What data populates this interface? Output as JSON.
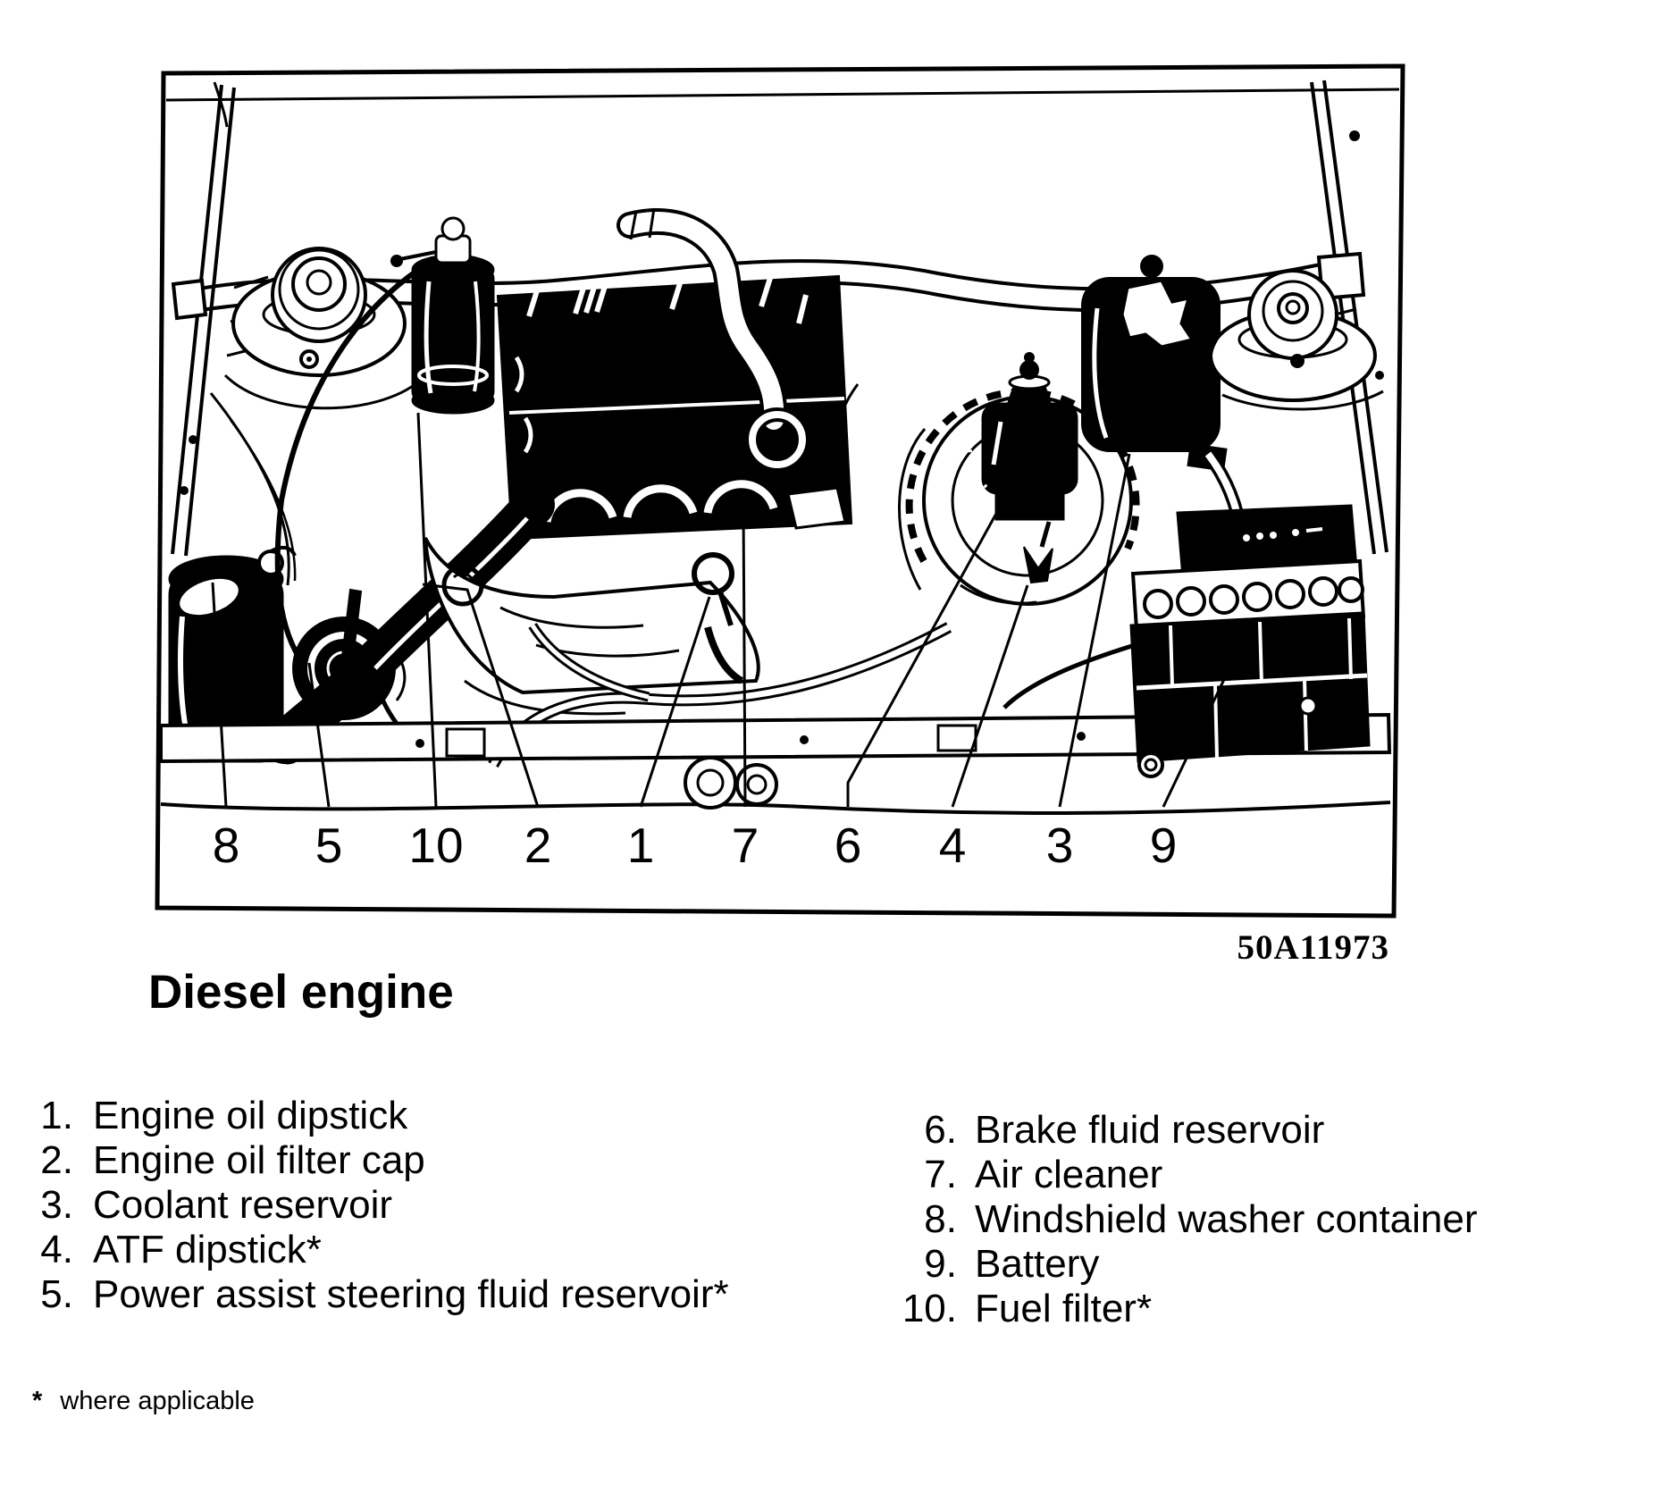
{
  "figure": {
    "title": "Diesel engine",
    "code": "50A11973",
    "footnote_marker": "*",
    "footnote_text": "where applicable",
    "callouts": [
      "8",
      "5",
      "10",
      "2",
      "1",
      "7",
      "6",
      "4",
      "3",
      "9"
    ],
    "legend_left": [
      {
        "num": "1.",
        "label": "Engine oil dipstick"
      },
      {
        "num": "2.",
        "label": "Engine oil filter cap"
      },
      {
        "num": "3.",
        "label": "Coolant reservoir"
      },
      {
        "num": "4.",
        "label": "ATF dipstick*"
      },
      {
        "num": "5.",
        "label": "Power assist steering fluid reservoir*"
      }
    ],
    "legend_right": [
      {
        "num": "6.",
        "label": "Brake fluid reservoir"
      },
      {
        "num": "7.",
        "label": "Air cleaner"
      },
      {
        "num": "8.",
        "label": "Windshield washer container"
      },
      {
        "num": "9.",
        "label": "Battery"
      },
      {
        "num": "10.",
        "label": "Fuel filter*"
      }
    ],
    "colors": {
      "ink": "#000000",
      "paper": "#ffffff"
    }
  }
}
